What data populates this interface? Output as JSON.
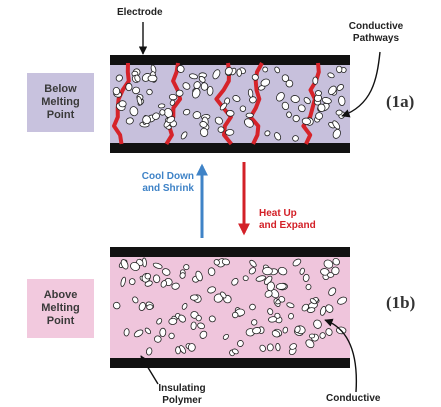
{
  "labels": {
    "electrode": "Electrode",
    "conductive_pathways": "Conductive\nPathways",
    "below_melting": "Below\nMelting\nPoint",
    "above_melting": "Above\nMelting\nPoint",
    "cool_down": "Cool Down\nand Shrink",
    "heat_up": "Heat Up\nand Expand",
    "insulating_polymer": "Insulating\nPolymer",
    "conductive_bottom": "Conductive",
    "tag_a": "(1a)",
    "tag_b": "(1b)"
  },
  "colors": {
    "electrode": "#111111",
    "top_polymer": "#c7c0dc",
    "bottom_polymer": "#efc5dc",
    "pathway": "#d6232a",
    "particle": "#ffffff",
    "below_box": "#c8c2de",
    "above_box": "#f2c9de",
    "cool_arrow": "#3f83c7",
    "heat_arrow": "#d32027"
  }
}
